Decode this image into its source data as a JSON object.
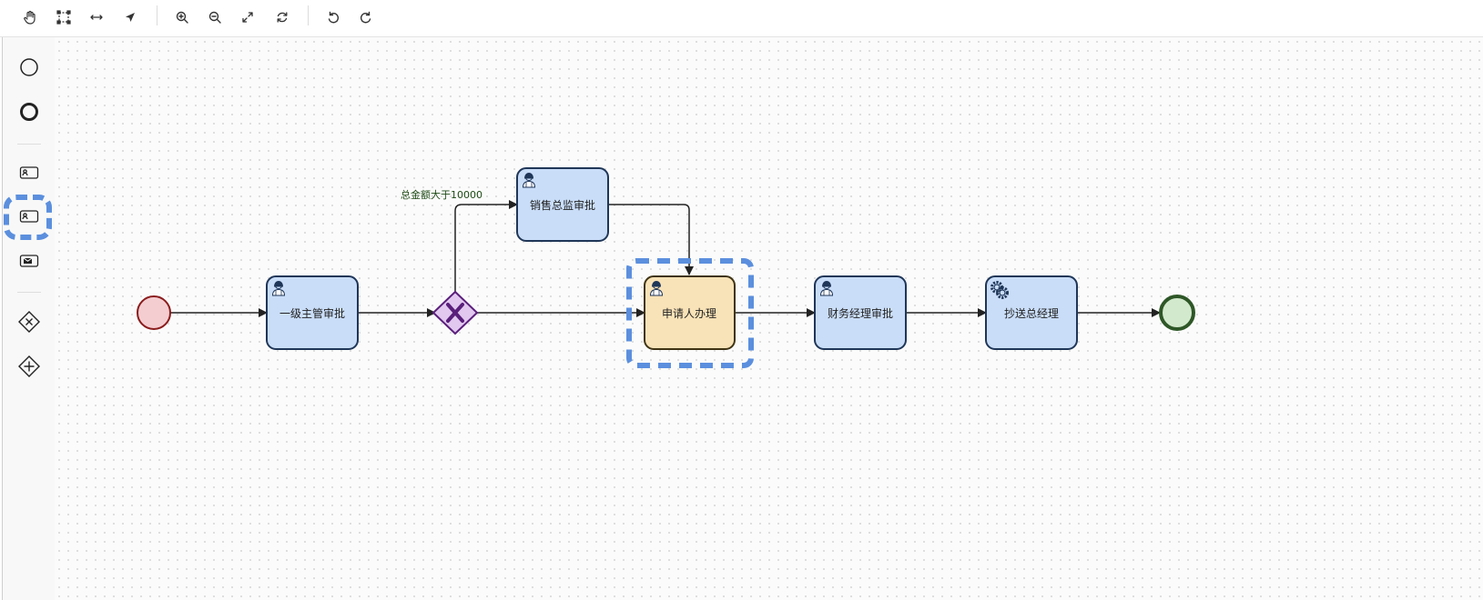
{
  "toolbar": {
    "buttons": [
      {
        "name": "hand-tool-button",
        "icon": "hand-icon"
      },
      {
        "name": "lasso-tool-button",
        "icon": "lasso-select-icon"
      },
      {
        "name": "space-tool-button",
        "icon": "horizontal-space-icon"
      },
      {
        "name": "connect-tool-button",
        "icon": "arrow-cursor-icon"
      },
      {
        "name": "zoom-in-button",
        "icon": "zoom-in-icon"
      },
      {
        "name": "zoom-out-button",
        "icon": "zoom-out-icon"
      },
      {
        "name": "fit-viewport-button",
        "icon": "expand-icon"
      },
      {
        "name": "reset-button",
        "icon": "refresh-icon"
      },
      {
        "name": "undo-button",
        "icon": "undo-icon"
      },
      {
        "name": "redo-button",
        "icon": "redo-icon"
      }
    ]
  },
  "palette": {
    "items": [
      {
        "name": "palette-start-event",
        "icon": "start-event-icon"
      },
      {
        "name": "palette-end-event",
        "icon": "end-event-icon"
      },
      {
        "name": "palette-user-task",
        "icon": "user-task-icon"
      },
      {
        "name": "palette-user-task-2",
        "icon": "user-task-icon"
      },
      {
        "name": "palette-message-task",
        "icon": "message-task-icon"
      },
      {
        "name": "palette-exclusive-gateway",
        "icon": "exclusive-gateway-icon"
      },
      {
        "name": "palette-parallel-gateway",
        "icon": "parallel-gateway-icon"
      }
    ]
  },
  "diagram": {
    "tasks": {
      "t1": "一级主管审批",
      "t2": "销售总监审批",
      "t3": "申请人办理",
      "t4": "财务经理审批",
      "t5": "抄送总经理"
    },
    "flow_label": "总金额大于10000",
    "colors": {
      "task_fill": "#c9ddf8",
      "task_stroke": "#1f3658",
      "task_active_fill": "#f8e2b7",
      "task_active_stroke": "#3f3414",
      "start_fill": "#f4cdd1",
      "start_stroke": "#8a1c1c",
      "end_fill": "#d3e9cd",
      "end_stroke": "#2e5727",
      "gateway_fill": "#e2c8ef",
      "gateway_stroke": "#5a1f7b",
      "selection": "#5b8fde"
    }
  }
}
